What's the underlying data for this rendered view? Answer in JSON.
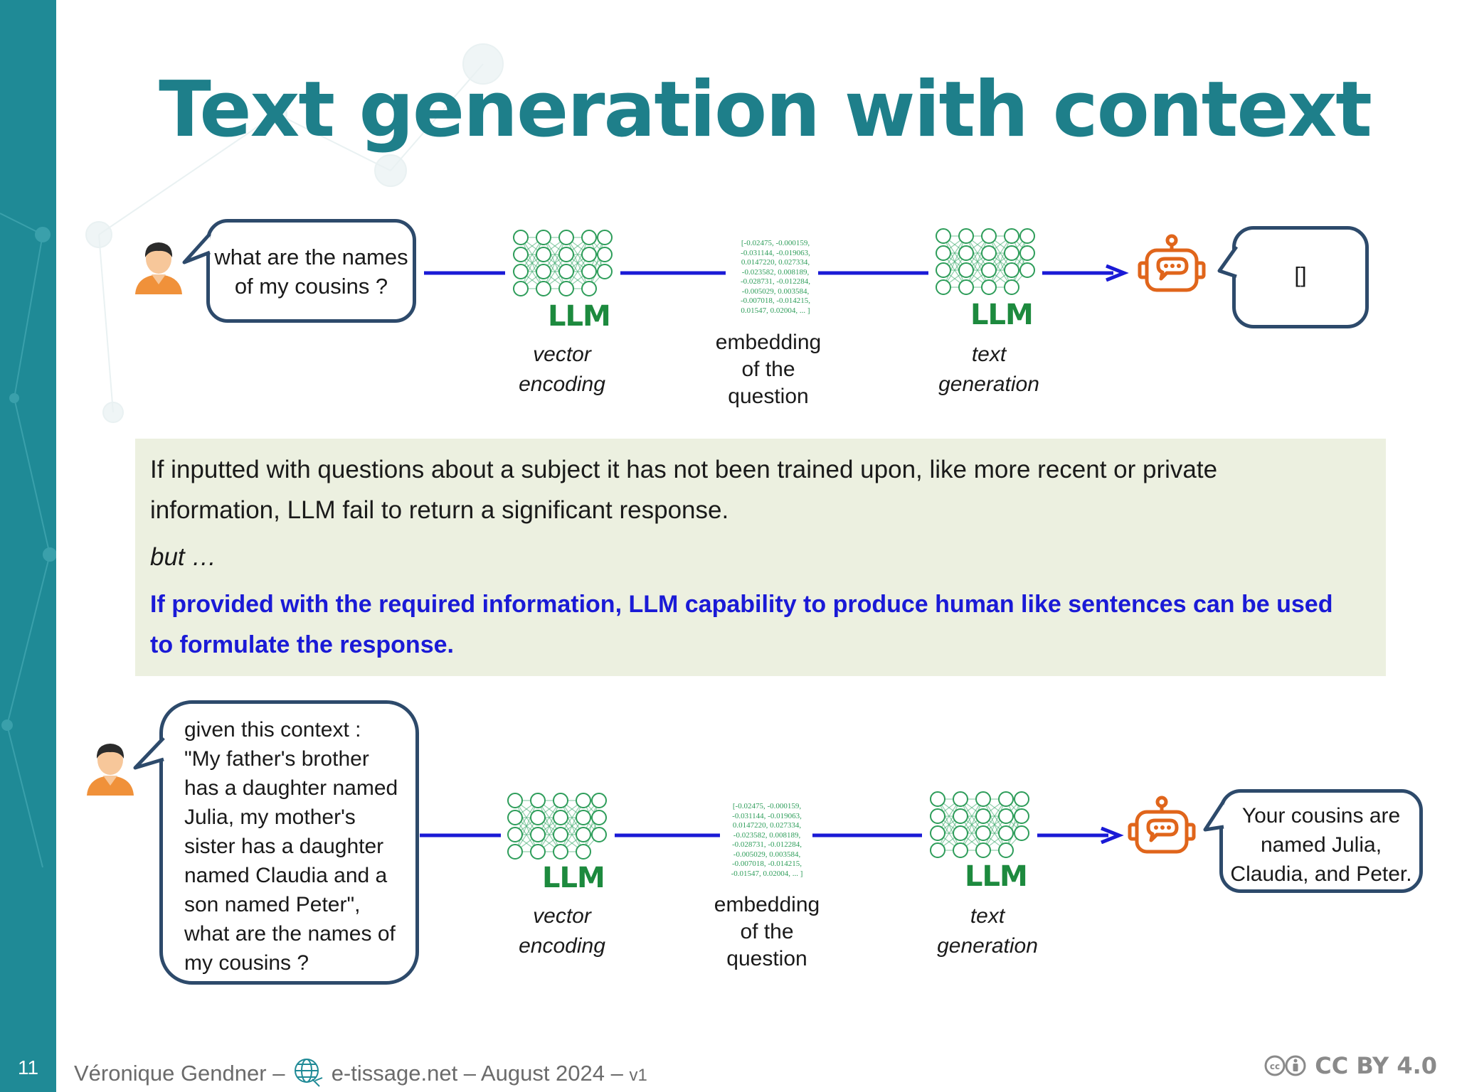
{
  "slide": {
    "title": "Text generation with context",
    "page_number": "11"
  },
  "top_flow": {
    "question": "what are the names of my cousins ?",
    "encoder_label": "LLM",
    "encoder_caption_1": "vector",
    "encoder_caption_2": "encoding",
    "embedding_values": [
      "[-0.02475, -0.000159,",
      "-0.031144, -0.019063,",
      "0.0147220, 0.027334,",
      "-0.023582, 0.008189,",
      "-0.028731, -0.012284,",
      "-0.005029, 0.003584,",
      "-0.007018, -0.014215,",
      "0.01547, 0.02004, ... ]"
    ],
    "embedding_caption_1": "embedding",
    "embedding_caption_2": "of the",
    "embedding_caption_3": "question",
    "generator_label": "LLM",
    "generator_caption_1": "text",
    "generator_caption_2": "generation",
    "answer": "[]"
  },
  "info": {
    "line1": "If inputted with questions about a subject it has not been trained upon, like more recent or private",
    "line2": "information, LLM fail to return a significant response.",
    "but": "but …",
    "highlight1": "If provided with the required information, LLM capability to produce human like sentences can be used",
    "highlight2": "to formulate the response."
  },
  "bottom_flow": {
    "context_lines": [
      "given this context :",
      "\"My father's brother",
      "has a daughter named",
      "Julia, my mother's",
      "sister has a daughter",
      "named Claudia and a",
      "son named Peter\",",
      "what are the names of",
      "my cousins ?"
    ],
    "encoder_label": "LLM",
    "encoder_caption_1": "vector",
    "encoder_caption_2": "encoding",
    "embedding_values": [
      "[-0.02475, -0.000159,",
      "-0.031144, -0.019063,",
      "0.0147220, 0.027334,",
      "-0.023582, 0.008189,",
      "-0.028731, -0.012284,",
      "-0.005029, 0.003584,",
      "-0.007018, -0.014215,",
      "-0.01547, 0.02004, ... ]"
    ],
    "embedding_caption_1": "embedding",
    "embedding_caption_2": "of the",
    "embedding_caption_3": "question",
    "generator_label": "LLM",
    "generator_caption_1": "text",
    "generator_caption_2": "generation",
    "answer_lines": [
      "Your cousins are",
      "named Julia,",
      "Claudia, and Peter."
    ]
  },
  "footer": {
    "author": "Véronique Gendner –",
    "site": "e-tissage.net – August 2024 –",
    "version": "v1",
    "license": "CC BY 4.0"
  },
  "colors": {
    "teal": "#1f8a96",
    "title": "#1e7f8a",
    "arrow": "#1a1ad6",
    "highlight_text": "#1a1ad6",
    "bubble_border": "#2d4a6b",
    "robot": "#e0651b",
    "llm_green": "#1d8a3e",
    "info_bg": "#ecf0e0"
  },
  "icons": [
    "user-icon",
    "neural-network-icon",
    "robot-chat-icon",
    "arrow-icon",
    "globe-logo-icon",
    "cc-icon",
    "by-icon"
  ]
}
